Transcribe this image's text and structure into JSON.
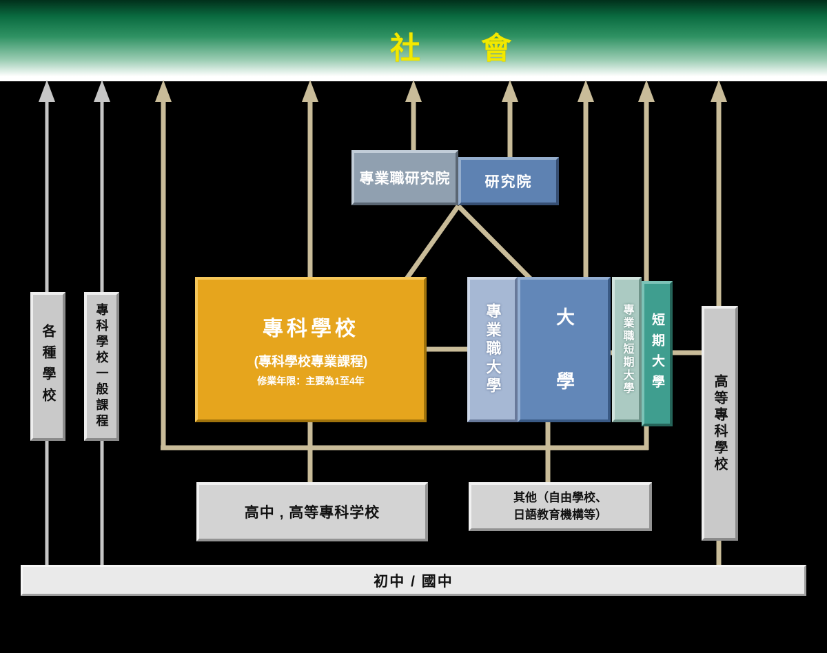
{
  "banner": {
    "title": "社　　會"
  },
  "boxes": {
    "prof_grad_school": "專業職研究院",
    "grad_school": "研究院",
    "senshu": {
      "title": "專科學校",
      "subtitle": "(專科學校專業課程)",
      "note": "修業年限：主要為1至4年"
    },
    "prof_university": "專業職大學",
    "university": "大　　學",
    "prof_junior_college": "專業職短期大學",
    "junior_college": "短期大學",
    "misc_school": "各種學校",
    "senshu_general": "專科學校一般課程",
    "kosen": "高等專科學校",
    "high_school": "高中 , 高等專科学校",
    "others_line1": "其他（自由學校、",
    "others_line2": "日語教育機構等）",
    "junior_high": "初中 / 國中"
  },
  "colors": {
    "background": "#000000",
    "banner_green": "#0a6b40",
    "society_text": "#f2e900",
    "tan_connector": "#c9bc99",
    "gray_connector": "#c6c6c6",
    "senshu_orange": "#e6a51d",
    "university_blue": "#6287b8",
    "prof_university_blue": "#a6b8d4",
    "grad_school_blue": "#5e82b2",
    "prof_grad_gray_blue": "#90a0b0",
    "junior_college_teal": "#3f9e8f",
    "prof_junior_college_teal": "#abcac2",
    "school_gray": "#c9c9c9",
    "bottom_bar_gray": "#eaeaea"
  }
}
